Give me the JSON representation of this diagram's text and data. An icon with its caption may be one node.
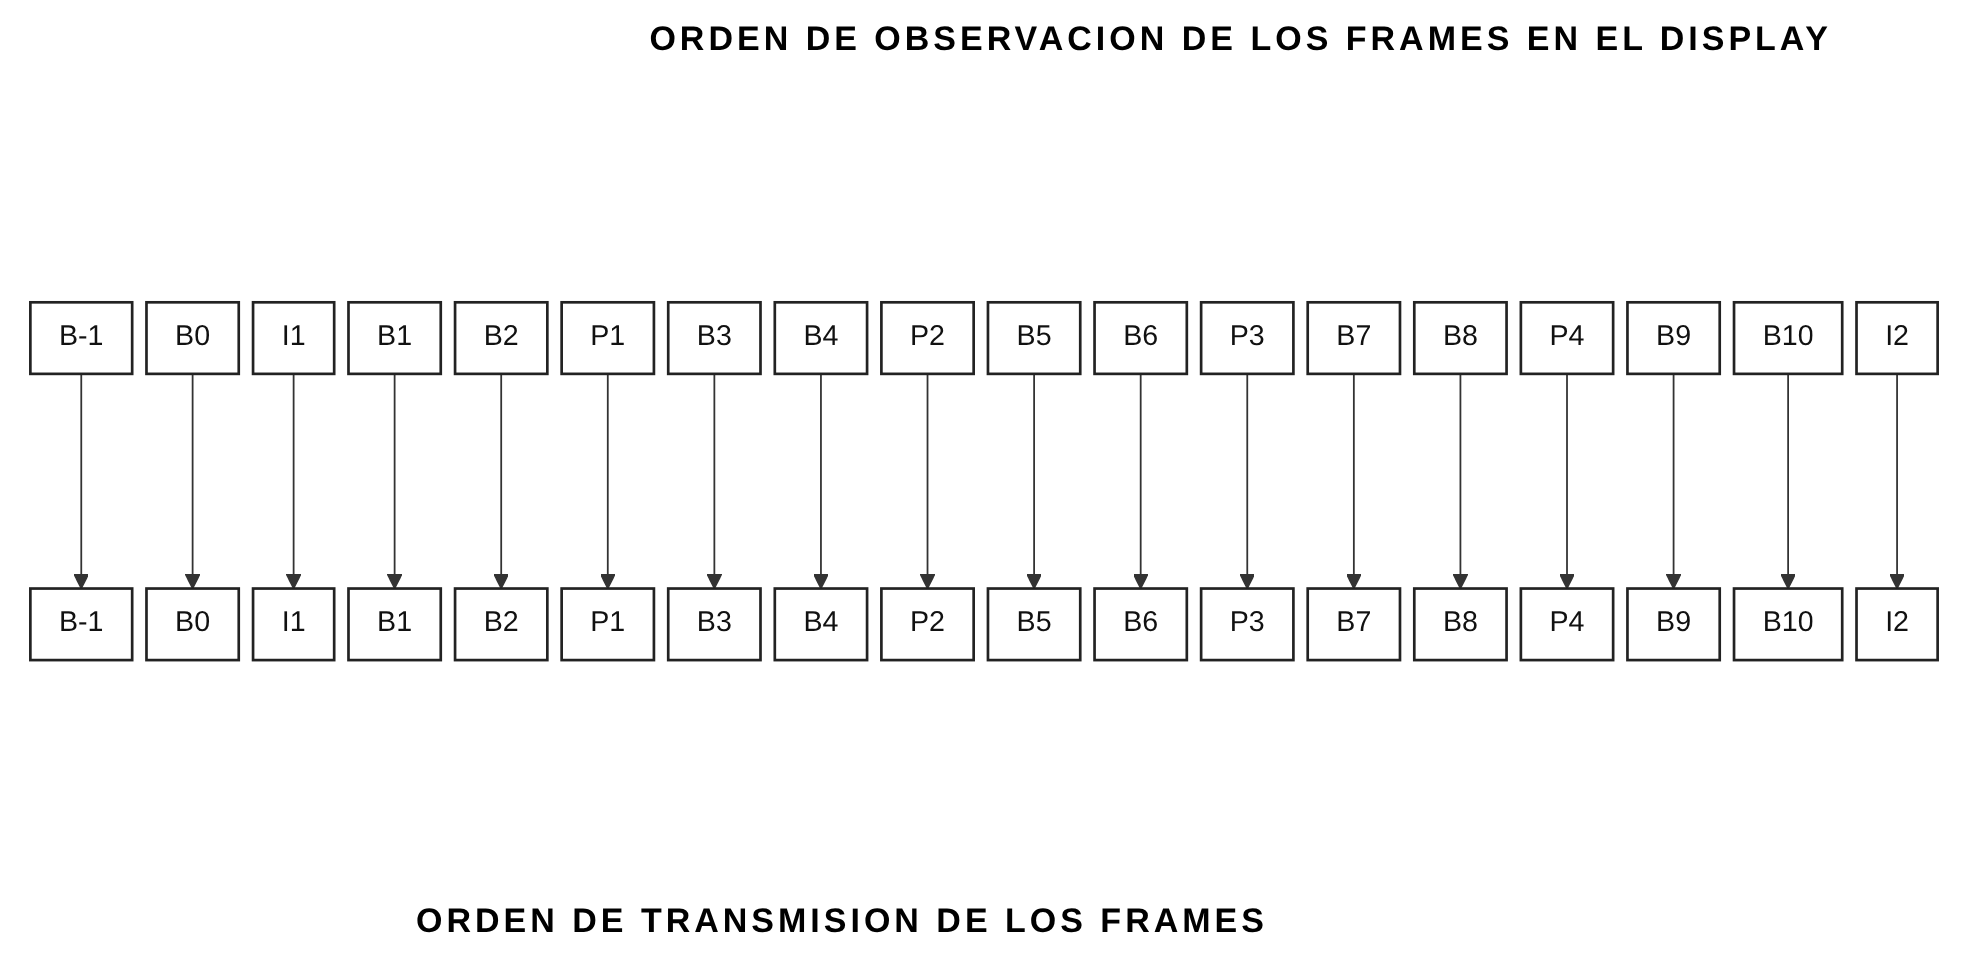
{
  "diagram": {
    "nodes": [
      {
        "text": [
          "B-1"
        ]
      },
      {
        "text": [
          "B0"
        ]
      },
      {
        "text": [
          "I1"
        ]
      },
      {
        "text": [
          "B1"
        ]
      },
      {
        "text": [
          "B2"
        ]
      },
      {
        "text": [
          "P1"
        ]
      },
      {
        "text": [
          "B3"
        ]
      },
      {
        "text": [
          "B4"
        ]
      },
      {
        "text": [
          "P2"
        ]
      },
      {
        "text": [
          "B5"
        ]
      },
      {
        "text": [
          "B6"
        ]
      },
      {
        "text": [
          "P3"
        ]
      },
      {
        "text": [
          "B7"
        ]
      },
      {
        "text": [
          "B8"
        ]
      },
      {
        "text": [
          "P4"
        ]
      },
      {
        "text": [
          "B9"
        ]
      },
      {
        "text": [
          "B10"
        ]
      },
      {
        "text": [
          "I2"
        ]
      },
      {
        "text": [
          "I1"
        ]
      },
      {
        "text": [
          "B-1"
        ]
      },
      {
        "text": [
          "B0"
        ]
      },
      {
        "text": [
          "P1"
        ]
      },
      {
        "text": [
          "B1"
        ]
      },
      {
        "text": [
          "B2"
        ]
      },
      {
        "text": [
          "P2"
        ]
      },
      {
        "text": [
          "B3"
        ]
      },
      {
        "text": [
          "B4"
        ]
      },
      {
        "text": [
          "P3"
        ]
      },
      {
        "text": [
          "B5"
        ]
      },
      {
        "text": [
          "B6"
        ]
      },
      {
        "text": [
          "P4"
        ]
      },
      {
        "text": [
          "B7"
        ]
      },
      {
        "text": [
          "B8"
        ]
      },
      {
        "text": [
          "I2"
        ]
      },
      {
        "text": [
          "B9"
        ]
      },
      {
        "text": [
          "B10"
        ]
      }
    ],
    "edges": [
      {
        "from": 0,
        "to": 19,
        "arrow": "to"
      },
      {
        "from": 1,
        "to": 20,
        "arrow": "to"
      },
      {
        "from": 2,
        "to": 18,
        "arrow": "to"
      },
      {
        "from": 3,
        "to": 22,
        "arrow": "to"
      },
      {
        "from": 4,
        "to": 23,
        "arrow": "to"
      },
      {
        "from": 5,
        "to": 21,
        "arrow": "to"
      },
      {
        "from": 6,
        "to": 25,
        "arrow": "to"
      },
      {
        "from": 7,
        "to": 26,
        "arrow": "to"
      },
      {
        "from": 8,
        "to": 24,
        "arrow": "to"
      },
      {
        "from": 9,
        "to": 28,
        "arrow": "to"
      },
      {
        "from": 10,
        "to": 29,
        "arrow": "to"
      },
      {
        "from": 11,
        "to": 27,
        "arrow": "to"
      },
      {
        "from": 12,
        "to": 31,
        "arrow": "to"
      },
      {
        "from": 13,
        "to": 32,
        "arrow": "to"
      },
      {
        "from": 14,
        "to": 30,
        "arrow": "to"
      },
      {
        "from": 15,
        "to": 34,
        "arrow": "to"
      },
      {
        "from": 16,
        "to": 35,
        "arrow": "to"
      },
      {
        "from": 17,
        "to": 33,
        "arrow": "to"
      }
    ],
    "labels": [
      "ORDEN DE OBSERVACION DE LOS FRAMES EN EL DISPLAY",
      "ORDEN DE TRANSMISION DE LOS FRAMES"
    ]
  }
}
